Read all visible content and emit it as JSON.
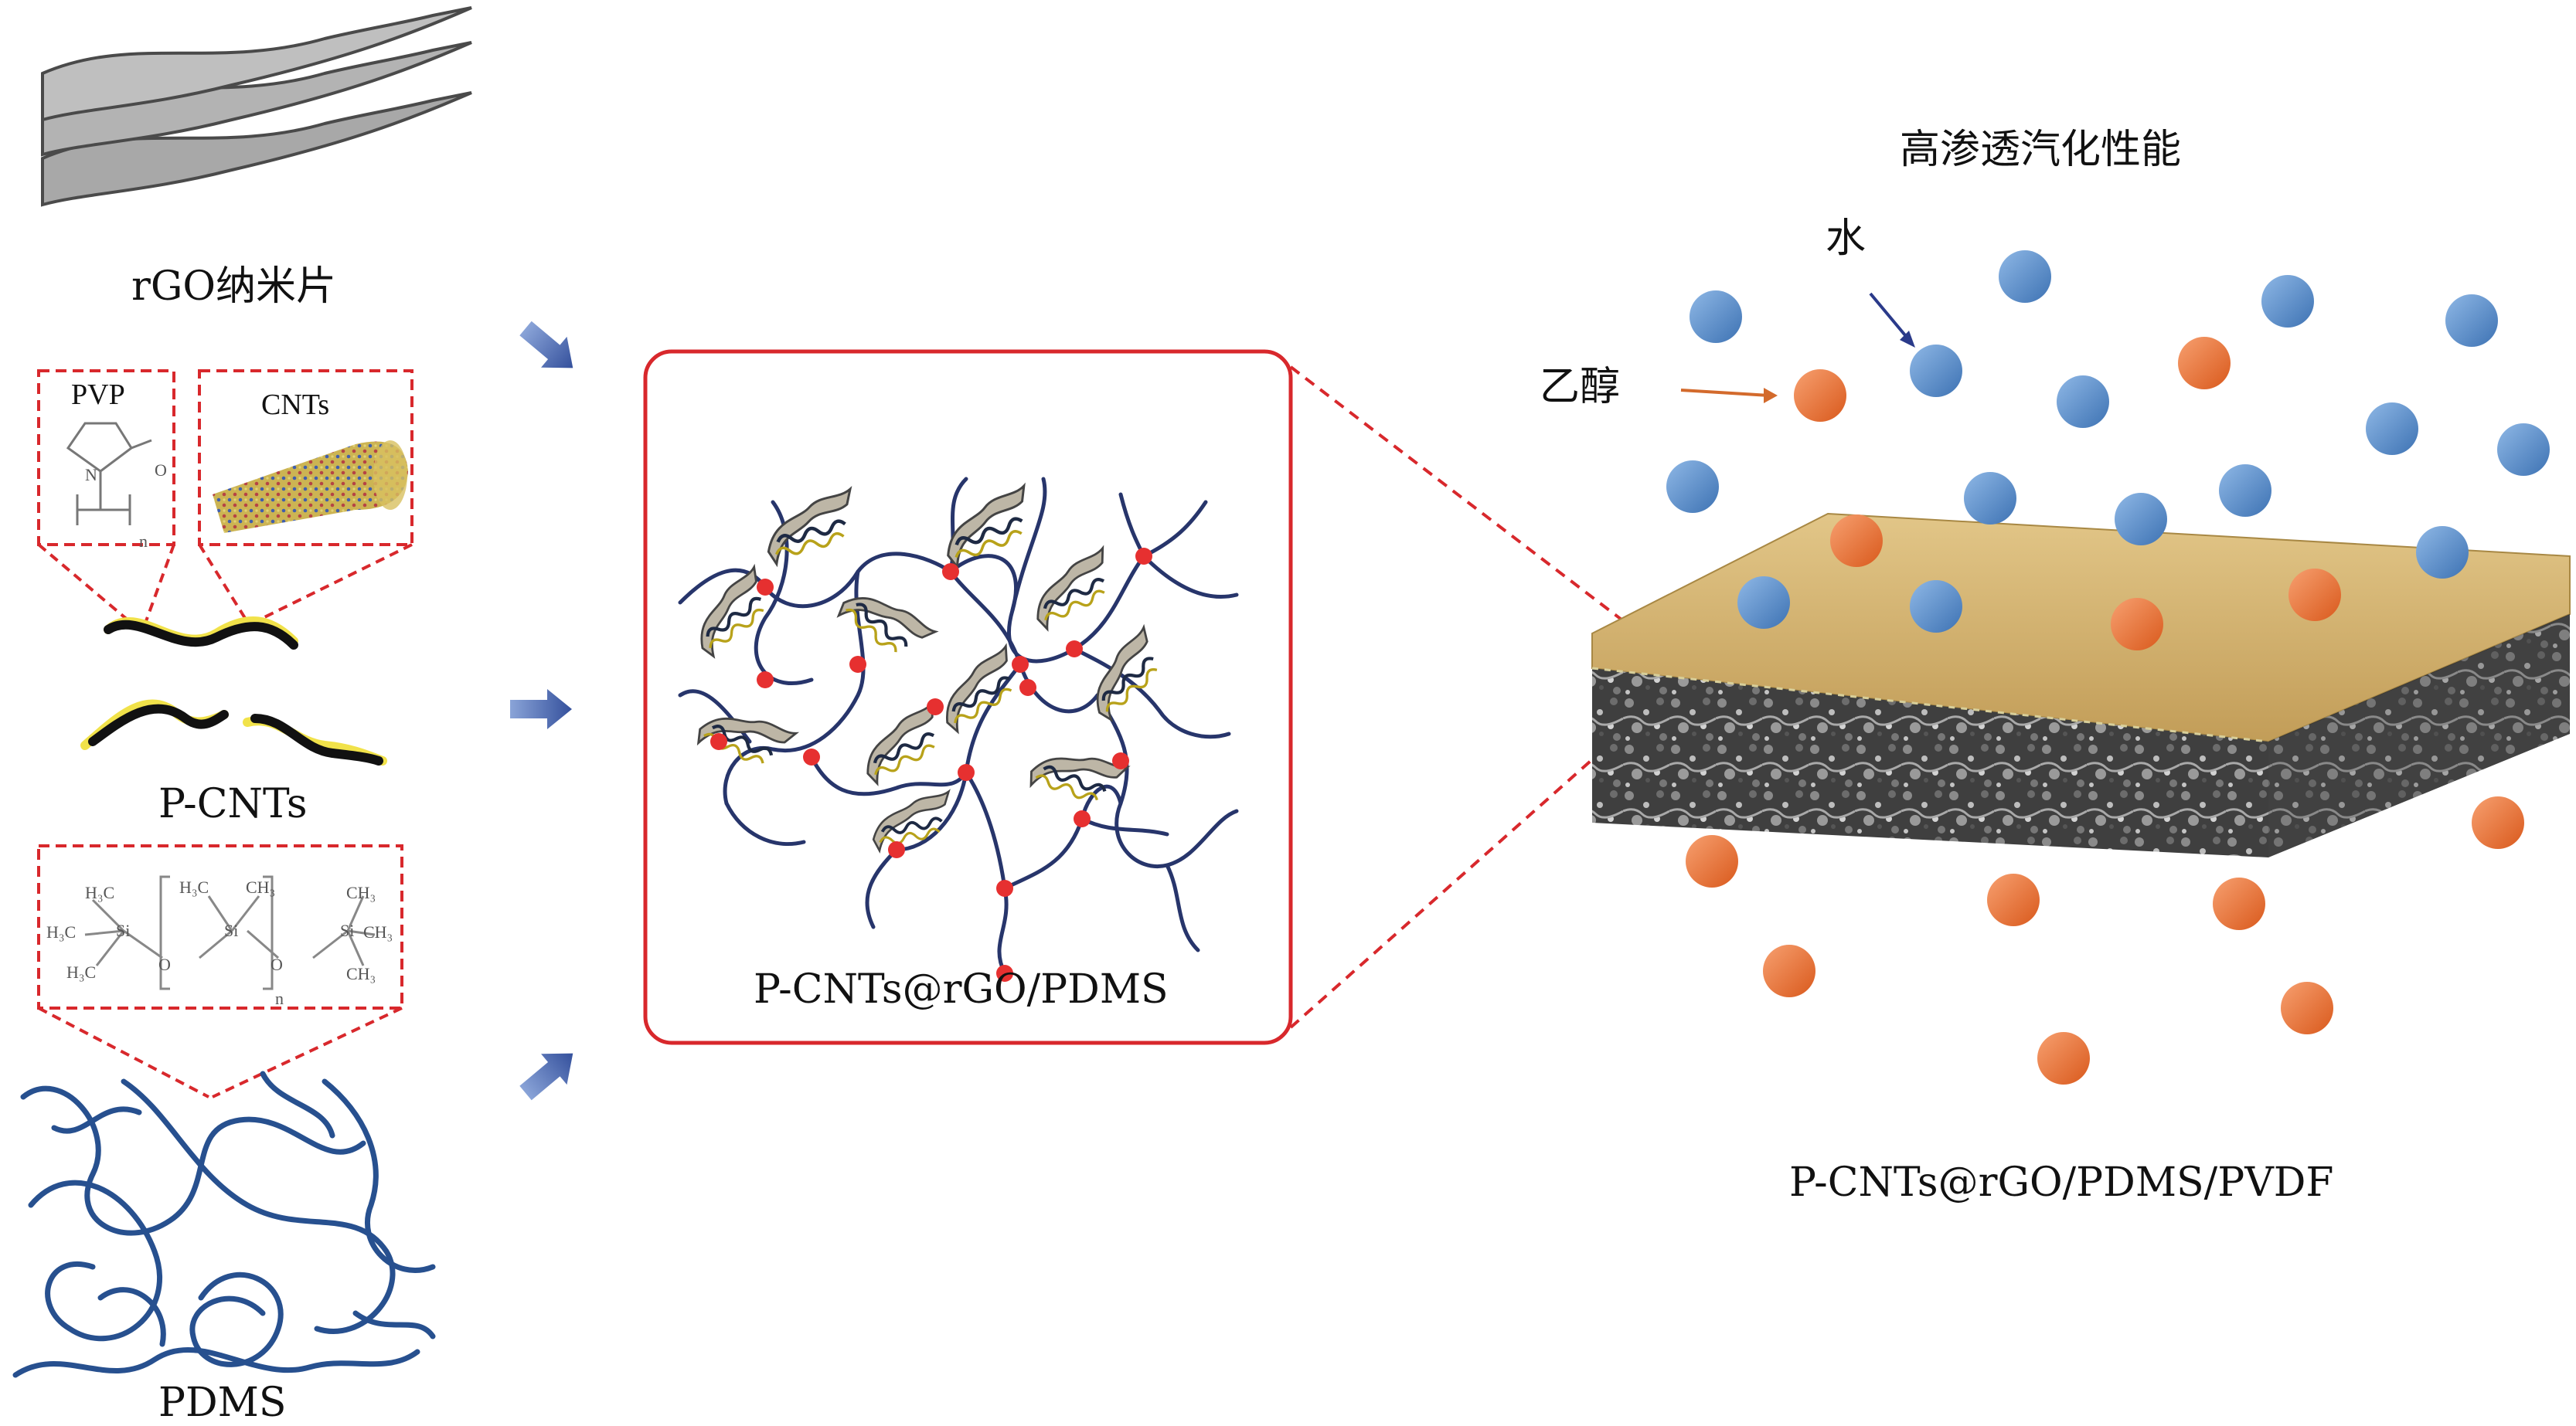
{
  "labels": {
    "rgo": "rGO纳米片",
    "pvp": "PVP",
    "cnts": "CNTs",
    "pcnts": "P-CNTs",
    "pdms": "PDMS",
    "composite": "P-CNTs@rGO/PDMS",
    "membrane": "P-CNTs@rGO/PDMS/PVDF",
    "performance": "高渗透汽化性能",
    "water": "水",
    "ethanol": "乙醇"
  },
  "pvp_struct": {
    "ring_atom": "N",
    "carbonyl": "O",
    "repeat": "n"
  },
  "pdms_struct": {
    "groups": [
      "H₃C",
      "CH₃",
      "H₃C",
      "CH₃",
      "CH₃",
      "CH₃",
      "H₃C",
      "CH₃"
    ],
    "si": "Si",
    "o": "O",
    "repeat": "n"
  },
  "colors": {
    "water_ball": "#4f86c6",
    "ethanol_ball": "#e8732f",
    "arrow": "#4a6db3",
    "dashed_red": "#d8282c",
    "chain": "#27356b",
    "crosslink": "#e63030",
    "membrane_top": "#cfae6e",
    "membrane_side": "#4b4b4b",
    "sheet": "#b9b9b9"
  }
}
